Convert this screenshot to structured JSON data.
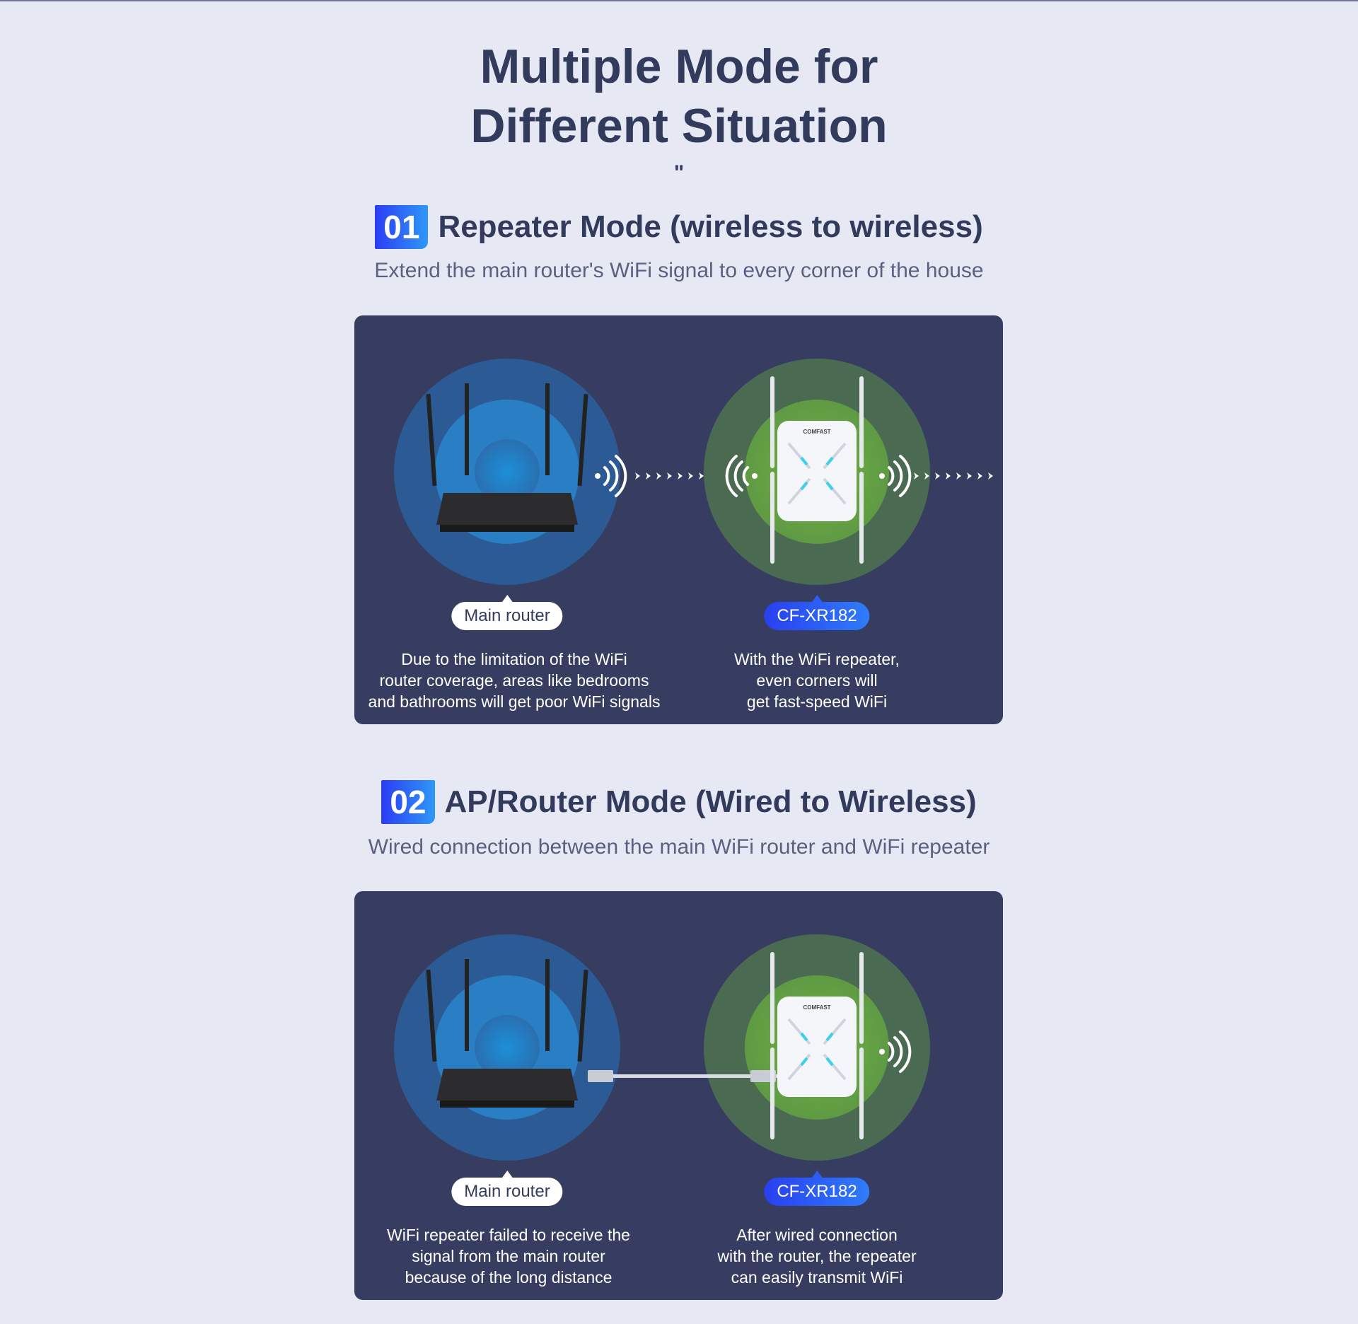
{
  "title_line1": "Multiple Mode for",
  "title_line2": "Different Situation",
  "quote_mark": "\"",
  "sections": [
    {
      "number": "01",
      "title": "Repeater Mode (wireless to wireless)",
      "subtitle": "Extend the main router's WiFi signal to every corner of the house",
      "left_label": "Main router",
      "right_label": "CF-XR182",
      "left_desc": [
        "Due to the limitation of the WiFi",
        "router coverage, areas like bedrooms",
        "and bathrooms will get poor WiFi signals"
      ],
      "right_desc": [
        "With the WiFi repeater,",
        "even corners will",
        "get fast-speed WiFi"
      ]
    },
    {
      "number": "02",
      "title": "AP/Router Mode (Wired to Wireless)",
      "subtitle": "Wired connection between the main WiFi router and WiFi repeater",
      "left_label": "Main router",
      "right_label": "CF-XR182",
      "left_desc": [
        "WiFi repeater failed to receive the",
        "signal from the main router",
        "because of the long distance"
      ],
      "right_desc": [
        "After wired connection",
        "with the router, the repeater",
        "can easily transmit WiFi"
      ]
    }
  ],
  "brand_logo": "COMFAST",
  "colors": {
    "panel": "#363d60",
    "accent": "#2b3cf5",
    "text": "#333b5c"
  }
}
